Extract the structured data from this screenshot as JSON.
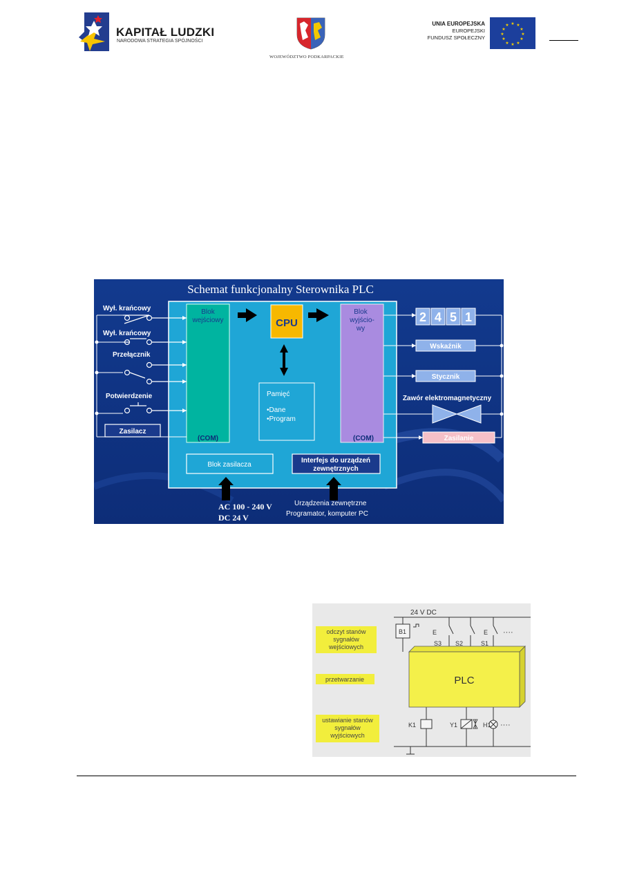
{
  "header": {
    "kapital_title": "KAPITAŁ LUDZKI",
    "kapital_subtitle": "NARODOWA STRATEGIA SPÓJNOŚCI",
    "region_name": "WOJEWÓDZTWO PODKARPACKIE",
    "ue_line1": "UNIA EUROPEJSKA",
    "ue_line2": "EUROPEJSKI",
    "ue_line3": "FUNDUSZ SPOŁECZNY"
  },
  "diagram1": {
    "title": "Schemat funkcjonalny Sterownika PLC",
    "input_block_line1": "Blok",
    "input_block_line2": "wejściowy",
    "input_com": "(COM)",
    "output_block_line1": "Blok",
    "output_block_line2": "wyjścio-",
    "output_block_line3": "wy",
    "output_com": "(COM)",
    "cpu": "CPU",
    "memory_title": "Pamięć",
    "memory_item1": "•Dane",
    "memory_item2": "•Program",
    "power_block": "Blok zasilacza",
    "interface_line1": "Interfejs do urządzeń",
    "interface_line2": "zewnętrznych",
    "inputs": {
      "limit_switch_1": "Wył. krańcowy",
      "limit_switch_2": "Wył. krańcowy",
      "switch": "Przełącznik",
      "confirm": "Potwierdzenie",
      "power_supply": "Zasilacz"
    },
    "display_digits": [
      "2",
      "4",
      "5",
      "1"
    ],
    "outputs": {
      "indicator": "Wskaźnik",
      "contactor": "Stycznik",
      "valve": "Zawór elektromagnetyczny",
      "supply": "Zasilanie"
    },
    "supply_line1": "AC 100 - 240 V",
    "supply_line2": "DC 24 V",
    "external_line1": "Urządzenia zewnętrzne",
    "external_line2": "Programator, komputer PC",
    "colors": {
      "background": "#1a3a8c",
      "main_block": "#1fa6d6",
      "input_block": "#00b4a0",
      "output_block": "#a98be0",
      "cpu": "#f7b800",
      "output_box": "#8fb2ea",
      "supply_box": "#f6c0c8"
    }
  },
  "diagram2": {
    "voltage": "24 V DC",
    "label_read_1": "odczyt stanów",
    "label_read_2": "sygnałów",
    "label_read_3": "wejściowych",
    "label_process": "przetwarzanie",
    "label_set_1": "ustawianie stanów",
    "label_set_2": "sygnałów",
    "label_set_3": "wyjściowych",
    "plc": "PLC",
    "sensor": "B1",
    "switches": [
      "S3",
      "S2",
      "S1"
    ],
    "sw_e1": "E",
    "sw_e2": "E",
    "outputs": [
      "K1",
      "Y1",
      "H1"
    ],
    "dots": "····",
    "colors": {
      "label_bg": "#f2ee3c",
      "plc": "#f4f04a"
    }
  }
}
